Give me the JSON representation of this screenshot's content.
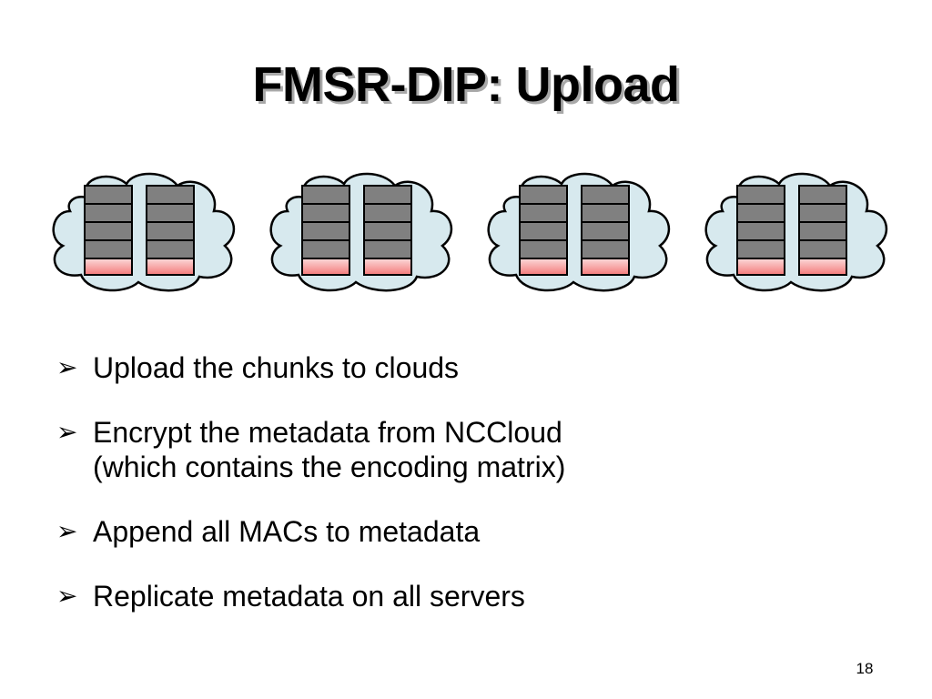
{
  "slide": {
    "title": "FMSR-DIP: Upload",
    "page_number": "18"
  },
  "diagram": {
    "cloud_count": 4,
    "nodes_per_cloud": 2,
    "chunks_per_node": 4,
    "colors": {
      "cloud_fill": "#d7e9ee",
      "cloud_stroke": "#000000",
      "chunk_fill": "#808080",
      "mac_fill_top": "#fbdada",
      "mac_fill_bottom": "#f47a7a"
    }
  },
  "bullets": [
    {
      "marker": "➢",
      "lines": [
        "Upload the chunks to clouds"
      ]
    },
    {
      "marker": "➢",
      "lines": [
        "Encrypt the metadata from NCCloud",
        "(which contains the encoding matrix)"
      ]
    },
    {
      "marker": "➢",
      "lines": [
        "Append all MACs to metadata"
      ]
    },
    {
      "marker": "➢",
      "lines": [
        "Replicate metadata on all servers"
      ]
    }
  ]
}
